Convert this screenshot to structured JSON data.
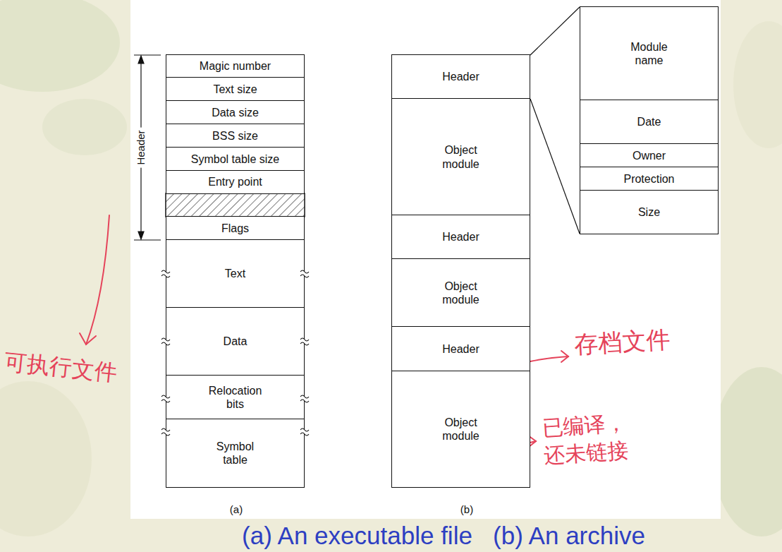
{
  "diagram": {
    "caption": "(a) An executable file   (b) An archive",
    "nodes": [
      {
        "text": [
          "Magic number"
        ]
      },
      {
        "text": [
          "Text size"
        ]
      },
      {
        "text": [
          "Data size"
        ]
      },
      {
        "text": [
          "BSS size"
        ]
      },
      {
        "text": [
          "Symbol table size"
        ]
      },
      {
        "text": [
          "Entry point"
        ]
      },
      {
        "text": [
          "Flags"
        ]
      },
      {
        "text": [
          "Text"
        ]
      },
      {
        "text": [
          "Data"
        ]
      },
      {
        "text": [
          "Relocation bits"
        ]
      },
      {
        "text": [
          "Symbol table"
        ]
      },
      {
        "text": [
          "Header"
        ]
      },
      {
        "text": [
          "Object module"
        ]
      },
      {
        "text": [
          "Header"
        ]
      },
      {
        "text": [
          "Object module"
        ]
      },
      {
        "text": [
          "Header"
        ]
      },
      {
        "text": [
          "Object module"
        ]
      },
      {
        "text": [
          "Module name"
        ]
      },
      {
        "text": [
          "Date"
        ]
      },
      {
        "text": [
          "Owner"
        ]
      },
      {
        "text": [
          "Protection"
        ]
      },
      {
        "text": [
          "Size"
        ]
      }
    ],
    "labels": [
      "Header",
      "(a)",
      "(b)",
      "可执行文件",
      "存档文件",
      "已编译， 还未链接"
    ]
  }
}
